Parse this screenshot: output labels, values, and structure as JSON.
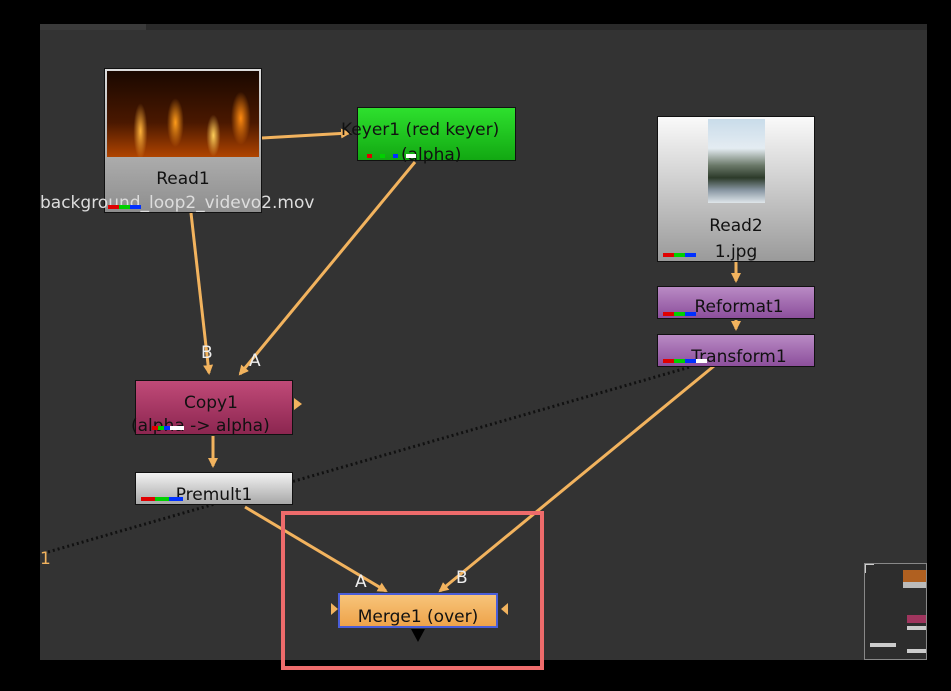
{
  "nodes": {
    "read1": {
      "label": "Read1",
      "file": "background_loop2_videvo2.mov"
    },
    "keyer1": {
      "line1": "Keyer1 (red keyer)",
      "line2": "(alpha)"
    },
    "read2": {
      "label": "Read2",
      "file": "1.jpg"
    },
    "reformat1": {
      "label": "Reformat1"
    },
    "transform1": {
      "label": "Transform1"
    },
    "copy1": {
      "line1": "Copy1",
      "line2": "(alpha -> alpha)"
    },
    "premult1": {
      "label": "Premult1"
    },
    "merge1": {
      "label": "Merge1 (over)"
    }
  },
  "edge_labels": {
    "copy_b": "B",
    "copy_a": "A",
    "merge_a": "A",
    "merge_b": "B",
    "offscreen": "1"
  },
  "colors": {
    "graph_bg": "#333333",
    "edge": "#f2b35e",
    "keyer": "#22c422",
    "reformat": "#9a5fa8",
    "copy": "#a0355e",
    "merge": "#f2b35e",
    "selection": "#4a5ed8",
    "highlight": "#ee6b6b"
  }
}
